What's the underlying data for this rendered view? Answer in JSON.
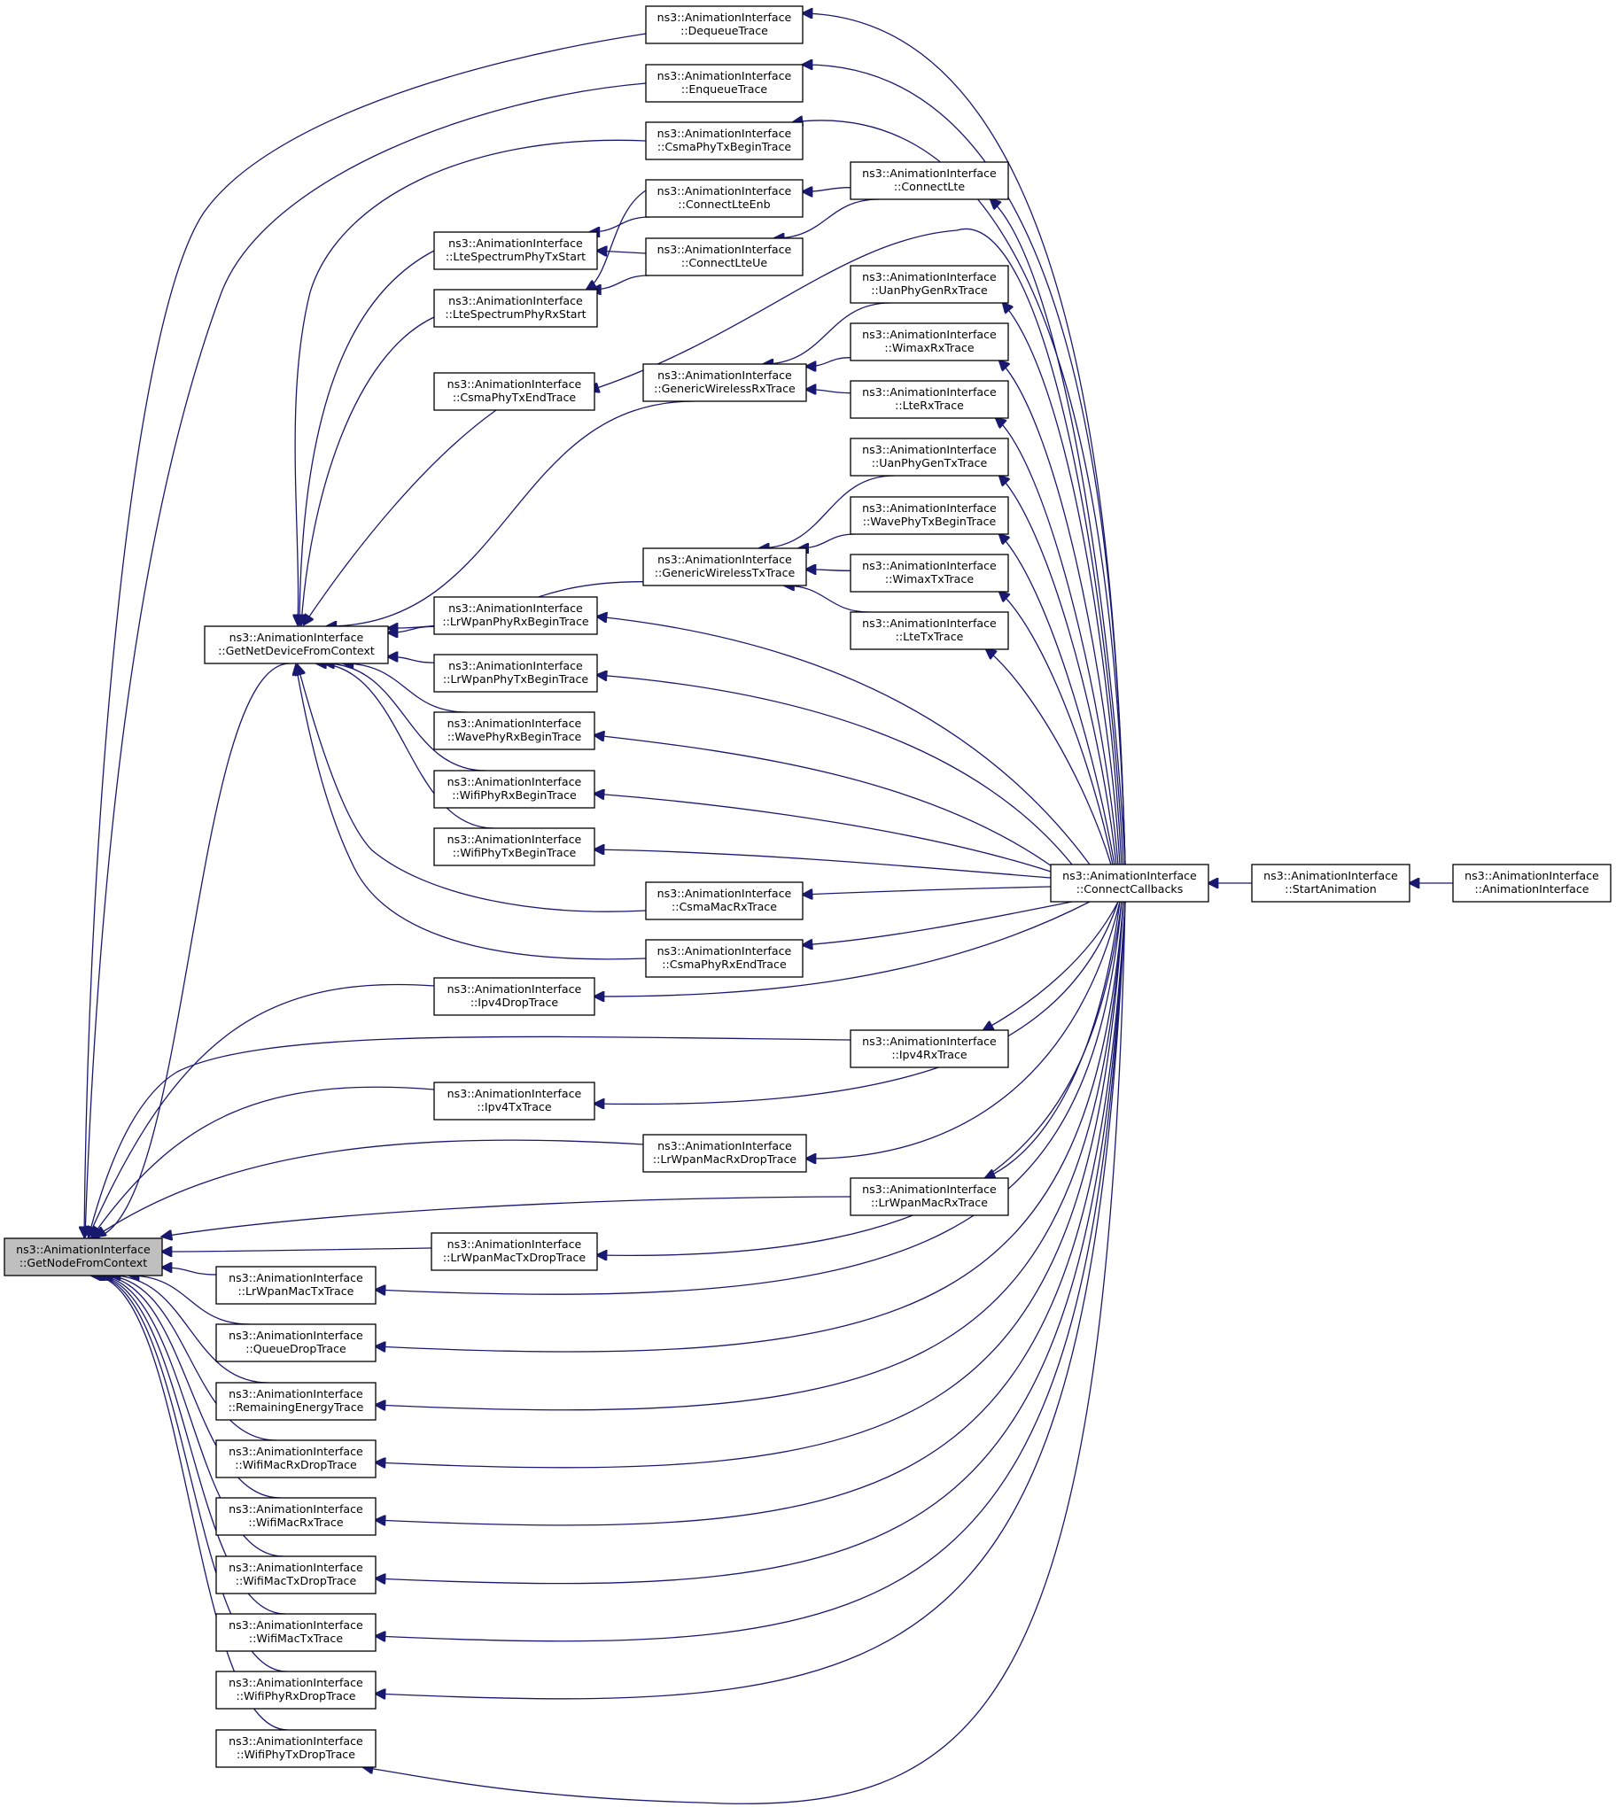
{
  "diagram": {
    "title": "",
    "colors": {
      "edge": "#191970",
      "node_border": "#000000",
      "node_fill": "#ffffff",
      "focus_fill": "#bfbfbf"
    },
    "nodes": [
      {
        "id": "GetNodeFromContext",
        "l1": "ns3::AnimationInterface",
        "l2": "::GetNodeFromContext",
        "focus": true
      },
      {
        "id": "GetNetDeviceFromContext",
        "l1": "ns3::AnimationInterface",
        "l2": "::GetNetDeviceFromContext"
      },
      {
        "id": "DequeueTrace",
        "l1": "ns3::AnimationInterface",
        "l2": "::DequeueTrace"
      },
      {
        "id": "EnqueueTrace",
        "l1": "ns3::AnimationInterface",
        "l2": "::EnqueueTrace"
      },
      {
        "id": "CsmaPhyTxBeginTrace",
        "l1": "ns3::AnimationInterface",
        "l2": "::CsmaPhyTxBeginTrace"
      },
      {
        "id": "ConnectLteEnb",
        "l1": "ns3::AnimationInterface",
        "l2": "::ConnectLteEnb"
      },
      {
        "id": "ConnectLte",
        "l1": "ns3::AnimationInterface",
        "l2": "::ConnectLte"
      },
      {
        "id": "LteSpectrumPhyTxStart",
        "l1": "ns3::AnimationInterface",
        "l2": "::LteSpectrumPhyTxStart"
      },
      {
        "id": "ConnectLteUe",
        "l1": "ns3::AnimationInterface",
        "l2": "::ConnectLteUe"
      },
      {
        "id": "LteSpectrumPhyRxStart",
        "l1": "ns3::AnimationInterface",
        "l2": "::LteSpectrumPhyRxStart"
      },
      {
        "id": "UanPhyGenRxTrace",
        "l1": "ns3::AnimationInterface",
        "l2": "::UanPhyGenRxTrace"
      },
      {
        "id": "WimaxRxTrace",
        "l1": "ns3::AnimationInterface",
        "l2": "::WimaxRxTrace"
      },
      {
        "id": "CsmaPhyTxEndTrace",
        "l1": "ns3::AnimationInterface",
        "l2": "::CsmaPhyTxEndTrace"
      },
      {
        "id": "GenericWirelessRxTrace",
        "l1": "ns3::AnimationInterface",
        "l2": "::GenericWirelessRxTrace"
      },
      {
        "id": "LteRxTrace",
        "l1": "ns3::AnimationInterface",
        "l2": "::LteRxTrace"
      },
      {
        "id": "UanPhyGenTxTrace",
        "l1": "ns3::AnimationInterface",
        "l2": "::UanPhyGenTxTrace"
      },
      {
        "id": "WavePhyTxBeginTrace",
        "l1": "ns3::AnimationInterface",
        "l2": "::WavePhyTxBeginTrace"
      },
      {
        "id": "GenericWirelessTxTrace",
        "l1": "ns3::AnimationInterface",
        "l2": "::GenericWirelessTxTrace"
      },
      {
        "id": "WimaxTxTrace",
        "l1": "ns3::AnimationInterface",
        "l2": "::WimaxTxTrace"
      },
      {
        "id": "LrWpanPhyRxBeginTrace",
        "l1": "ns3::AnimationInterface",
        "l2": "::LrWpanPhyRxBeginTrace"
      },
      {
        "id": "LteTxTrace",
        "l1": "ns3::AnimationInterface",
        "l2": "::LteTxTrace"
      },
      {
        "id": "LrWpanPhyTxBeginTrace",
        "l1": "ns3::AnimationInterface",
        "l2": "::LrWpanPhyTxBeginTrace"
      },
      {
        "id": "WavePhyRxBeginTrace",
        "l1": "ns3::AnimationInterface",
        "l2": "::WavePhyRxBeginTrace"
      },
      {
        "id": "WifiPhyRxBeginTrace",
        "l1": "ns3::AnimationInterface",
        "l2": "::WifiPhyRxBeginTrace"
      },
      {
        "id": "WifiPhyTxBeginTrace",
        "l1": "ns3::AnimationInterface",
        "l2": "::WifiPhyTxBeginTrace"
      },
      {
        "id": "ConnectCallbacks",
        "l1": "ns3::AnimationInterface",
        "l2": "::ConnectCallbacks"
      },
      {
        "id": "StartAnimation",
        "l1": "ns3::AnimationInterface",
        "l2": "::StartAnimation"
      },
      {
        "id": "AnimationInterface",
        "l1": "ns3::AnimationInterface",
        "l2": "::AnimationInterface"
      },
      {
        "id": "CsmaMacRxTrace",
        "l1": "ns3::AnimationInterface",
        "l2": "::CsmaMacRxTrace"
      },
      {
        "id": "CsmaPhyRxEndTrace",
        "l1": "ns3::AnimationInterface",
        "l2": "::CsmaPhyRxEndTrace"
      },
      {
        "id": "Ipv4DropTrace",
        "l1": "ns3::AnimationInterface",
        "l2": "::Ipv4DropTrace"
      },
      {
        "id": "Ipv4RxTrace",
        "l1": "ns3::AnimationInterface",
        "l2": "::Ipv4RxTrace"
      },
      {
        "id": "Ipv4TxTrace",
        "l1": "ns3::AnimationInterface",
        "l2": "::Ipv4TxTrace"
      },
      {
        "id": "LrWpanMacRxDropTrace",
        "l1": "ns3::AnimationInterface",
        "l2": "::LrWpanMacRxDropTrace"
      },
      {
        "id": "LrWpanMacRxTrace",
        "l1": "ns3::AnimationInterface",
        "l2": "::LrWpanMacRxTrace"
      },
      {
        "id": "LrWpanMacTxDropTrace",
        "l1": "ns3::AnimationInterface",
        "l2": "::LrWpanMacTxDropTrace"
      },
      {
        "id": "LrWpanMacTxTrace",
        "l1": "ns3::AnimationInterface",
        "l2": "::LrWpanMacTxTrace"
      },
      {
        "id": "QueueDropTrace",
        "l1": "ns3::AnimationInterface",
        "l2": "::QueueDropTrace"
      },
      {
        "id": "RemainingEnergyTrace",
        "l1": "ns3::AnimationInterface",
        "l2": "::RemainingEnergyTrace"
      },
      {
        "id": "WifiMacRxDropTrace",
        "l1": "ns3::AnimationInterface",
        "l2": "::WifiMacRxDropTrace"
      },
      {
        "id": "WifiMacRxTrace",
        "l1": "ns3::AnimationInterface",
        "l2": "::WifiMacRxTrace"
      },
      {
        "id": "WifiMacTxDropTrace",
        "l1": "ns3::AnimationInterface",
        "l2": "::WifiMacTxDropTrace"
      },
      {
        "id": "WifiMacTxTrace",
        "l1": "ns3::AnimationInterface",
        "l2": "::WifiMacTxTrace"
      },
      {
        "id": "WifiPhyRxDropTrace",
        "l1": "ns3::AnimationInterface",
        "l2": "::WifiPhyRxDropTrace"
      },
      {
        "id": "WifiPhyTxDropTrace",
        "l1": "ns3::AnimationInterface",
        "l2": "::WifiPhyTxDropTrace"
      }
    ],
    "edges": [
      {
        "from": "DequeueTrace",
        "to": "GetNodeFromContext"
      },
      {
        "from": "EnqueueTrace",
        "to": "GetNodeFromContext"
      },
      {
        "from": "GetNetDeviceFromContext",
        "to": "GetNodeFromContext"
      },
      {
        "from": "Ipv4DropTrace",
        "to": "GetNodeFromContext"
      },
      {
        "from": "Ipv4RxTrace",
        "to": "GetNodeFromContext"
      },
      {
        "from": "Ipv4TxTrace",
        "to": "GetNodeFromContext"
      },
      {
        "from": "LrWpanMacRxDropTrace",
        "to": "GetNodeFromContext"
      },
      {
        "from": "LrWpanMacRxTrace",
        "to": "GetNodeFromContext"
      },
      {
        "from": "LrWpanMacTxDropTrace",
        "to": "GetNodeFromContext"
      },
      {
        "from": "LrWpanMacTxTrace",
        "to": "GetNodeFromContext"
      },
      {
        "from": "QueueDropTrace",
        "to": "GetNodeFromContext"
      },
      {
        "from": "RemainingEnergyTrace",
        "to": "GetNodeFromContext"
      },
      {
        "from": "WifiMacRxDropTrace",
        "to": "GetNodeFromContext"
      },
      {
        "from": "WifiMacRxTrace",
        "to": "GetNodeFromContext"
      },
      {
        "from": "WifiMacTxDropTrace",
        "to": "GetNodeFromContext"
      },
      {
        "from": "WifiMacTxTrace",
        "to": "GetNodeFromContext"
      },
      {
        "from": "WifiPhyRxDropTrace",
        "to": "GetNodeFromContext"
      },
      {
        "from": "WifiPhyTxDropTrace",
        "to": "GetNodeFromContext"
      },
      {
        "from": "CsmaPhyTxBeginTrace",
        "to": "GetNetDeviceFromContext"
      },
      {
        "from": "LteSpectrumPhyTxStart",
        "to": "GetNetDeviceFromContext"
      },
      {
        "from": "LteSpectrumPhyRxStart",
        "to": "GetNetDeviceFromContext"
      },
      {
        "from": "CsmaPhyTxEndTrace",
        "to": "GetNetDeviceFromContext"
      },
      {
        "from": "GenericWirelessRxTrace",
        "to": "GetNetDeviceFromContext"
      },
      {
        "from": "GenericWirelessTxTrace",
        "to": "GetNetDeviceFromContext"
      },
      {
        "from": "LrWpanPhyRxBeginTrace",
        "to": "GetNetDeviceFromContext"
      },
      {
        "from": "LrWpanPhyTxBeginTrace",
        "to": "GetNetDeviceFromContext"
      },
      {
        "from": "WavePhyRxBeginTrace",
        "to": "GetNetDeviceFromContext"
      },
      {
        "from": "WifiPhyRxBeginTrace",
        "to": "GetNetDeviceFromContext"
      },
      {
        "from": "WifiPhyTxBeginTrace",
        "to": "GetNetDeviceFromContext"
      },
      {
        "from": "CsmaMacRxTrace",
        "to": "GetNetDeviceFromContext"
      },
      {
        "from": "CsmaPhyRxEndTrace",
        "to": "GetNetDeviceFromContext"
      },
      {
        "from": "ConnectLteEnb",
        "to": "LteSpectrumPhyTxStart"
      },
      {
        "from": "ConnectLteEnb",
        "to": "LteSpectrumPhyRxStart"
      },
      {
        "from": "ConnectLteUe",
        "to": "LteSpectrumPhyTxStart"
      },
      {
        "from": "ConnectLteUe",
        "to": "LteSpectrumPhyRxStart"
      },
      {
        "from": "ConnectLte",
        "to": "ConnectLteEnb"
      },
      {
        "from": "ConnectLte",
        "to": "ConnectLteUe"
      },
      {
        "from": "UanPhyGenRxTrace",
        "to": "GenericWirelessRxTrace"
      },
      {
        "from": "WimaxRxTrace",
        "to": "GenericWirelessRxTrace"
      },
      {
        "from": "LteRxTrace",
        "to": "GenericWirelessRxTrace"
      },
      {
        "from": "UanPhyGenTxTrace",
        "to": "GenericWirelessTxTrace"
      },
      {
        "from": "WavePhyTxBeginTrace",
        "to": "GenericWirelessTxTrace"
      },
      {
        "from": "WimaxTxTrace",
        "to": "GenericWirelessTxTrace"
      },
      {
        "from": "LteTxTrace",
        "to": "GenericWirelessTxTrace"
      },
      {
        "from": "ConnectCallbacks",
        "to": "DequeueTrace"
      },
      {
        "from": "ConnectCallbacks",
        "to": "EnqueueTrace"
      },
      {
        "from": "ConnectCallbacks",
        "to": "CsmaPhyTxBeginTrace"
      },
      {
        "from": "ConnectCallbacks",
        "to": "ConnectLte"
      },
      {
        "from": "ConnectCallbacks",
        "to": "CsmaPhyTxEndTrace"
      },
      {
        "from": "ConnectCallbacks",
        "to": "UanPhyGenRxTrace"
      },
      {
        "from": "ConnectCallbacks",
        "to": "WimaxRxTrace"
      },
      {
        "from": "ConnectCallbacks",
        "to": "LteRxTrace"
      },
      {
        "from": "ConnectCallbacks",
        "to": "UanPhyGenTxTrace"
      },
      {
        "from": "ConnectCallbacks",
        "to": "WavePhyTxBeginTrace"
      },
      {
        "from": "ConnectCallbacks",
        "to": "WimaxTxTrace"
      },
      {
        "from": "ConnectCallbacks",
        "to": "LteTxTrace"
      },
      {
        "from": "ConnectCallbacks",
        "to": "LrWpanPhyRxBeginTrace"
      },
      {
        "from": "ConnectCallbacks",
        "to": "LrWpanPhyTxBeginTrace"
      },
      {
        "from": "ConnectCallbacks",
        "to": "WavePhyRxBeginTrace"
      },
      {
        "from": "ConnectCallbacks",
        "to": "WifiPhyRxBeginTrace"
      },
      {
        "from": "ConnectCallbacks",
        "to": "WifiPhyTxBeginTrace"
      },
      {
        "from": "ConnectCallbacks",
        "to": "CsmaMacRxTrace"
      },
      {
        "from": "ConnectCallbacks",
        "to": "CsmaPhyRxEndTrace"
      },
      {
        "from": "ConnectCallbacks",
        "to": "Ipv4DropTrace"
      },
      {
        "from": "ConnectCallbacks",
        "to": "Ipv4RxTrace"
      },
      {
        "from": "ConnectCallbacks",
        "to": "Ipv4TxTrace"
      },
      {
        "from": "ConnectCallbacks",
        "to": "LrWpanMacRxDropTrace"
      },
      {
        "from": "ConnectCallbacks",
        "to": "LrWpanMacRxTrace"
      },
      {
        "from": "ConnectCallbacks",
        "to": "LrWpanMacTxDropTrace"
      },
      {
        "from": "ConnectCallbacks",
        "to": "LrWpanMacTxTrace"
      },
      {
        "from": "ConnectCallbacks",
        "to": "QueueDropTrace"
      },
      {
        "from": "ConnectCallbacks",
        "to": "RemainingEnergyTrace"
      },
      {
        "from": "ConnectCallbacks",
        "to": "WifiMacRxDropTrace"
      },
      {
        "from": "ConnectCallbacks",
        "to": "WifiMacRxTrace"
      },
      {
        "from": "ConnectCallbacks",
        "to": "WifiMacTxDropTrace"
      },
      {
        "from": "ConnectCallbacks",
        "to": "WifiMacTxTrace"
      },
      {
        "from": "ConnectCallbacks",
        "to": "WifiPhyRxDropTrace"
      },
      {
        "from": "ConnectCallbacks",
        "to": "WifiPhyTxDropTrace"
      },
      {
        "from": "StartAnimation",
        "to": "ConnectCallbacks"
      },
      {
        "from": "AnimationInterface",
        "to": "StartAnimation"
      }
    ]
  }
}
